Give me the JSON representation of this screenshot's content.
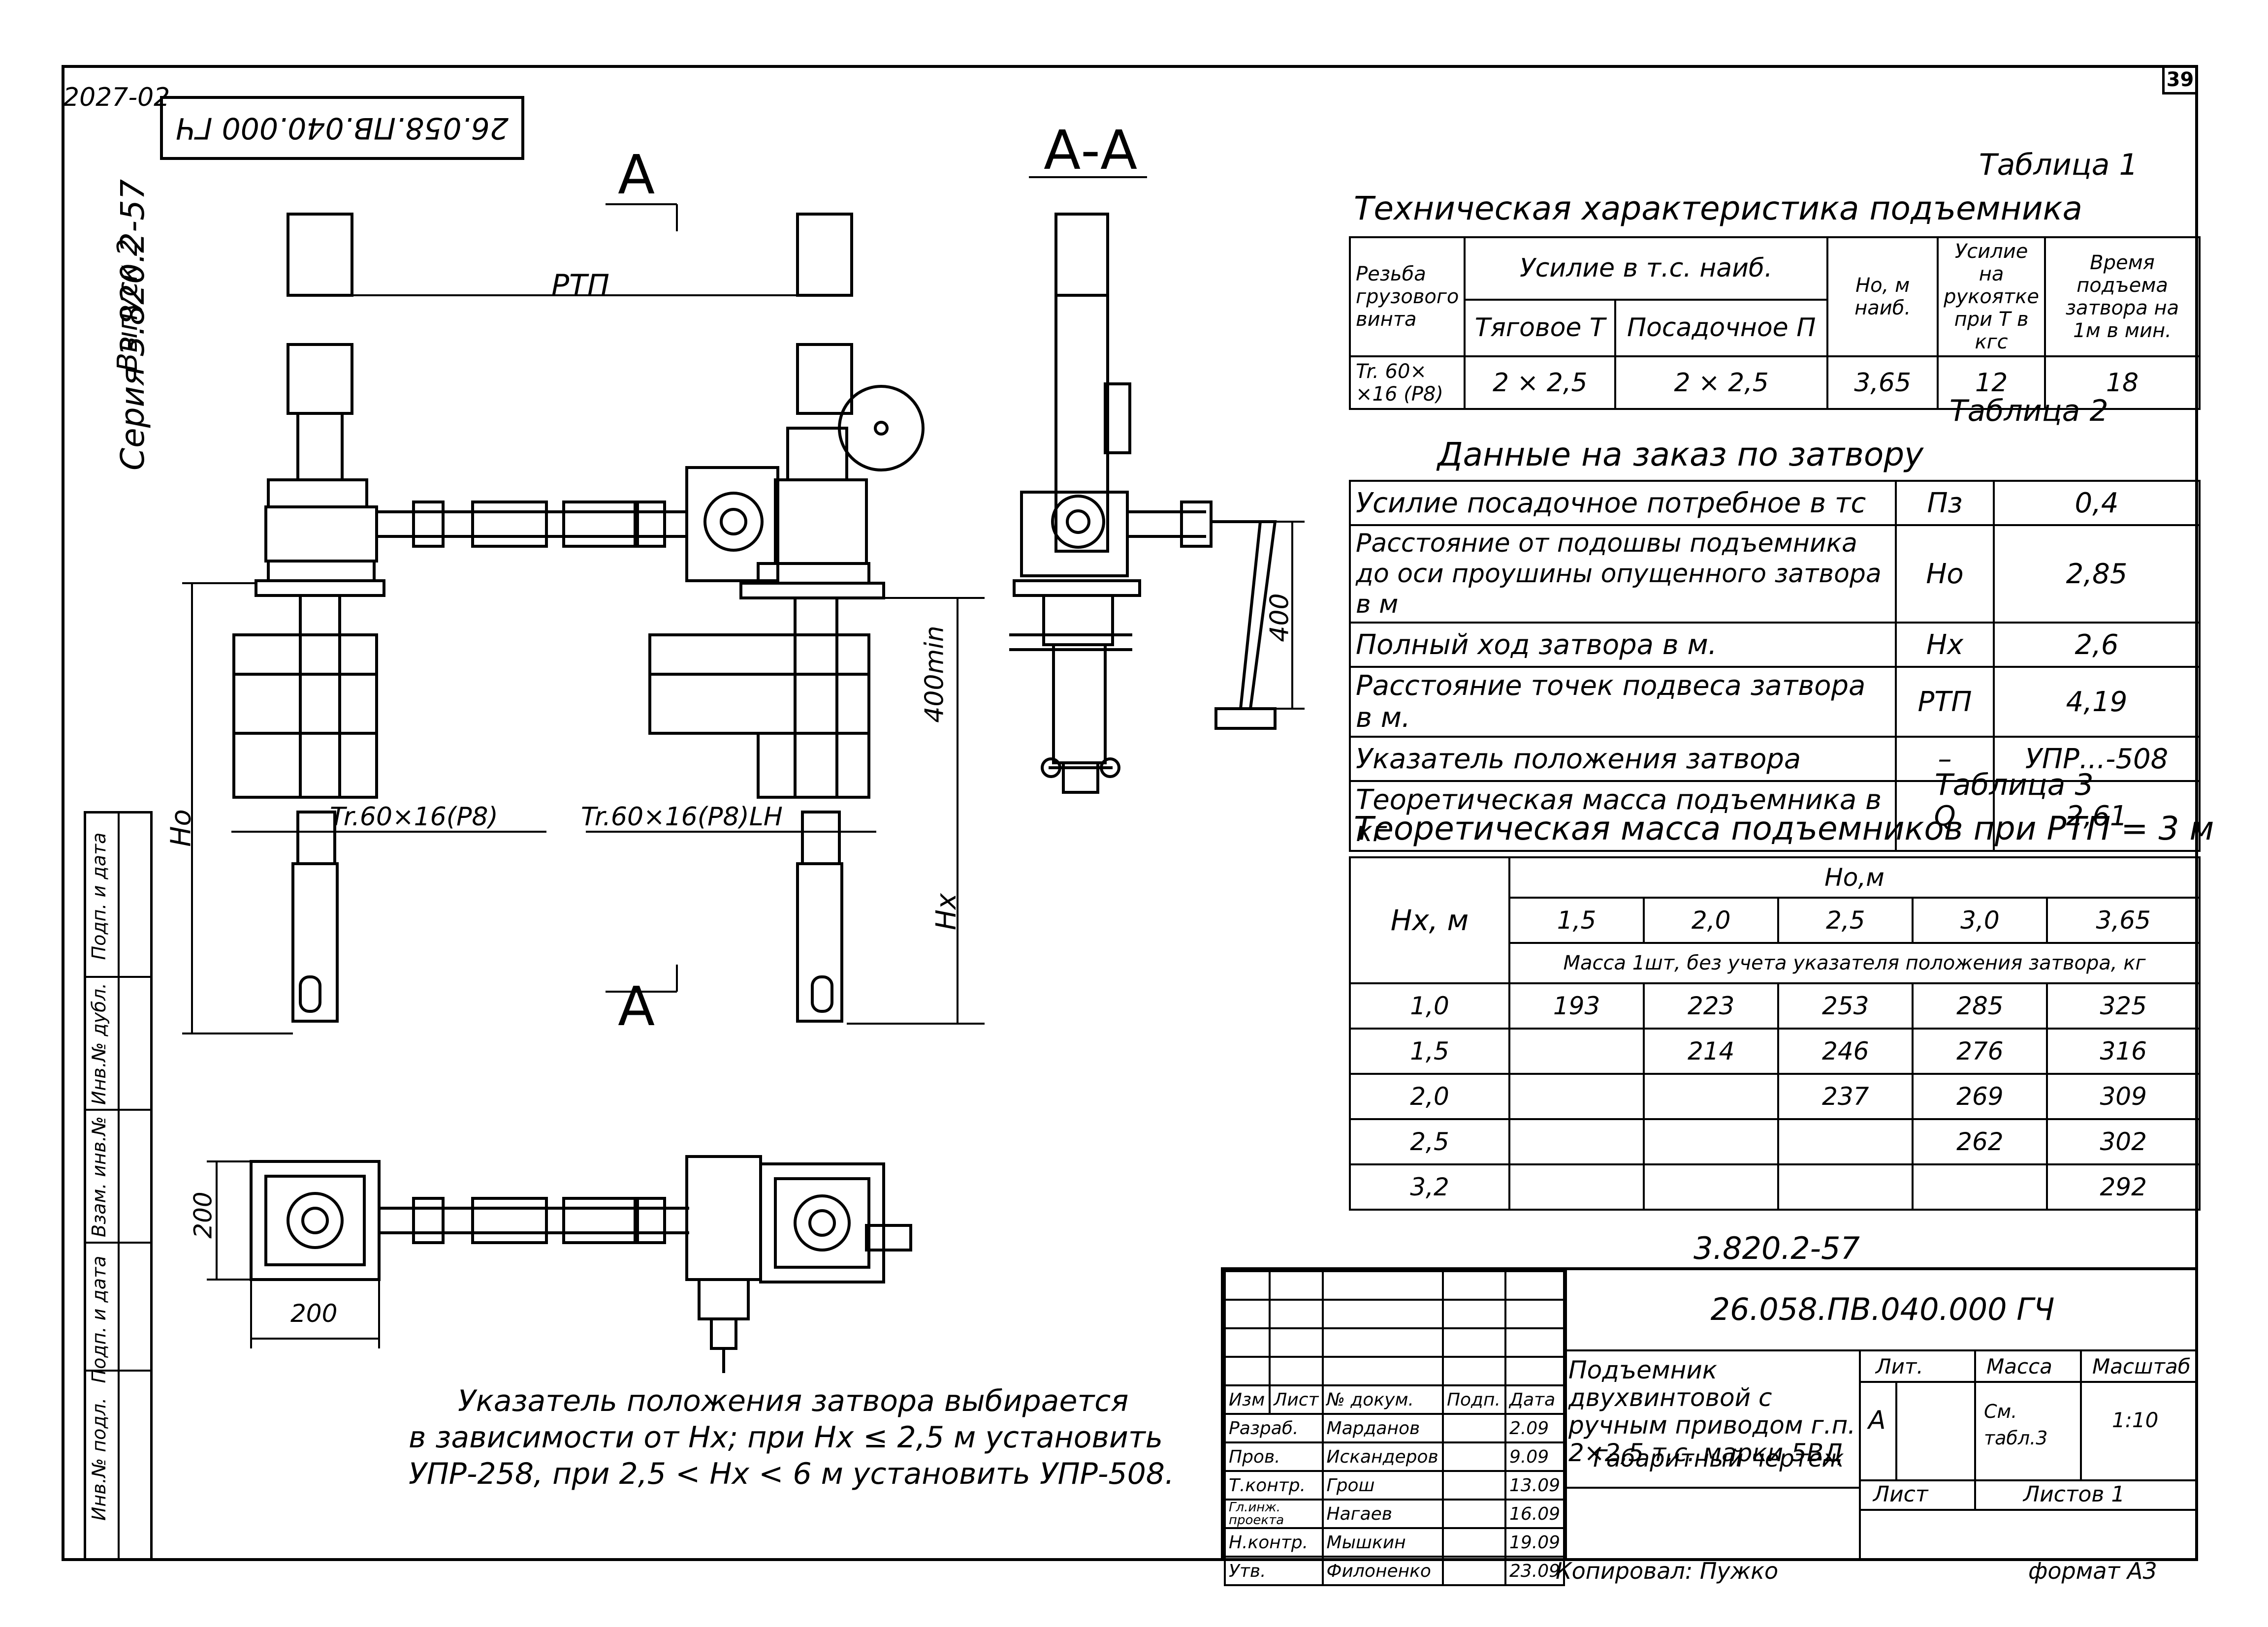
{
  "sheet": {
    "archive_number": "2027-02",
    "page_number": "39",
    "rotated_code": "26.058.ПВ.040.000 ГЧ",
    "series": "Серия 3.820.2-57",
    "issue": "Выпуск 2",
    "format": "формат А3",
    "copied_by": "Копировал: Пужко"
  },
  "left_stamp": [
    "Инв.№ подл.",
    "Подп. и дата",
    "Взам. инв.№",
    "Инв.№ дубл.",
    "Подп. и дата"
  ],
  "drawing_labels": {
    "section_a_top": "A",
    "section_a_bottom": "A",
    "section_title": "А-А",
    "rtp": "РТП",
    "ho": "Но",
    "hx": "Нх",
    "dim_400min": "400min",
    "dim_400": "400",
    "thread_left": "Tr.60×16(P8)",
    "thread_right": "Tr.60×16(P8)LH",
    "plan_200_vertical": "200",
    "plan_200_horizontal": "200"
  },
  "table1": {
    "caption": "Таблица 1",
    "title": "Техническая характеристика подъемника",
    "h_thread": "Резьба грузового винта",
    "h_force": "Усилие в т.с. наиб.",
    "h_pull": "Тяговое Т",
    "h_push": "Посадочное П",
    "h_ho": "Но, м наиб.",
    "h_handle": "Усилие на рукоятке при Т в кгс",
    "h_time": "Время подъема затвора на 1м в мин.",
    "row": [
      "Tr. 60× ×16 (P8)",
      "2 × 2,5",
      "2 × 2,5",
      "3,65",
      "12",
      "18"
    ]
  },
  "table2": {
    "caption": "Таблица 2",
    "title": "Данные на заказ по затвору",
    "rows": [
      {
        "label": "Усилие посадочное потребное в тс",
        "sym": "Пз",
        "val": "0,4"
      },
      {
        "label": "Расстояние от подошвы подъемника до оси проушины опущенного затвора в м",
        "sym": "Но",
        "val": "2,85"
      },
      {
        "label": "Полный ход затвора в м.",
        "sym": "Нх",
        "val": "2,6"
      },
      {
        "label": "Расстояние точек подвеса затвора в м.",
        "sym": "РТП",
        "val": "4,19"
      },
      {
        "label": "Указатель положения затвора",
        "sym": "–",
        "val": "УПР...-508"
      },
      {
        "label": "Теоретическая масса подъемника в кг",
        "sym": "Q",
        "val": "2,61"
      }
    ]
  },
  "table3": {
    "caption": "Таблица 3",
    "title": "Теоретическая масса подъемников при РТП = 3 м",
    "row_header": "Нх, м",
    "col_group": "Но,м",
    "columns": [
      "1,5",
      "2,0",
      "2,5",
      "3,0",
      "3,65"
    ],
    "note": "Масса 1шт, без учета указателя положения затвора, кг",
    "rows": [
      {
        "hx": "1,0",
        "vals": [
          "193",
          "223",
          "253",
          "285",
          "325"
        ]
      },
      {
        "hx": "1,5",
        "vals": [
          "",
          "214",
          "246",
          "276",
          "316"
        ]
      },
      {
        "hx": "2,0",
        "vals": [
          "",
          "",
          "237",
          "269",
          "309"
        ]
      },
      {
        "hx": "2,5",
        "vals": [
          "",
          "",
          "",
          "262",
          "302"
        ]
      },
      {
        "hx": "3,2",
        "vals": [
          "",
          "",
          "",
          "",
          "292"
        ]
      }
    ]
  },
  "title_block": {
    "series_code": "3.820.2-57",
    "doc_code": "26.058.ПВ.040.000 ГЧ",
    "title": "Подъемник двухвинтовой с ручным приводом г.п. 2×2,5 т.с. марки 5ВД",
    "subtitle": "Габаритный чертеж",
    "lit_label": "Лит.",
    "mass_label": "Масса",
    "scale_label": "Масштаб",
    "lit": "А",
    "mass": "См. табл.3",
    "scale": "1:10",
    "sheet_label": "Лист",
    "sheets_label": "Листов 1",
    "head": [
      "Изм",
      "Лист",
      "№ докум.",
      "Подп.",
      "Дата"
    ],
    "signers": [
      {
        "role": "Разраб.",
        "name": "Марданов",
        "date": "2.09"
      },
      {
        "role": "Пров.",
        "name": "Искандеров",
        "date": "9.09"
      },
      {
        "role": "Т.контр.",
        "name": "Грош",
        "date": "13.09"
      },
      {
        "role": "Гл.инж. проекта",
        "name": "Нагаев",
        "date": "16.09"
      },
      {
        "role": "Н.контр.",
        "name": "Мышкин",
        "date": "19.09"
      },
      {
        "role": "Утв.",
        "name": "Филоненко",
        "date": "23.09"
      }
    ]
  },
  "note": {
    "line1": "Указатель положения затвора выбирается",
    "line2": "в зависимости от Нх; при Нх ≤ 2,5 м установить",
    "line3": "УПР-258, при 2,5 < Нх < 6 м установить УПР-508."
  }
}
